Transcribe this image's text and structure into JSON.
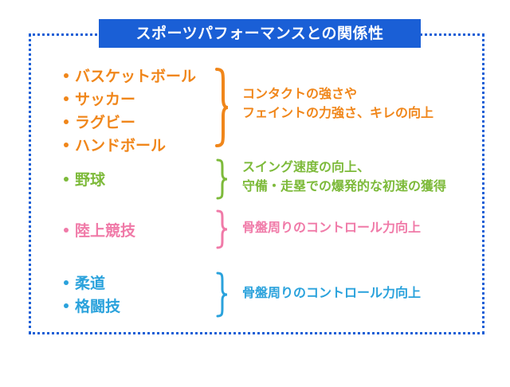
{
  "title": "スポーツパフォーマンスとの関係性",
  "colors": {
    "frame": "#1a5fd6",
    "title_bg": "#1a5fd6",
    "orange": "#f0861a",
    "green": "#7dba3a",
    "pink": "#f07aa8",
    "blue": "#2aa2dc"
  },
  "groups": [
    {
      "id": "ball-sports",
      "color": "#f0861a",
      "items": [
        "バスケットボール",
        "サッカー",
        "ラグビー",
        "ハンドボール"
      ],
      "effect_lines": [
        "コンタクトの強さや",
        "フェイントの力強さ、キレの向上"
      ]
    },
    {
      "id": "baseball",
      "color": "#7dba3a",
      "items": [
        "野球"
      ],
      "effect_lines": [
        "スイング速度の向上、",
        "守備・走塁での爆発的な初速の獲得"
      ]
    },
    {
      "id": "athletics",
      "color": "#f07aa8",
      "items": [
        "陸上競技"
      ],
      "effect_lines": [
        "骨盤周りのコントロール力向上"
      ]
    },
    {
      "id": "martial-arts",
      "color": "#2aa2dc",
      "items": [
        "柔道",
        "格闘技"
      ],
      "effect_lines": [
        "骨盤周りのコントロール力向上"
      ]
    }
  ]
}
